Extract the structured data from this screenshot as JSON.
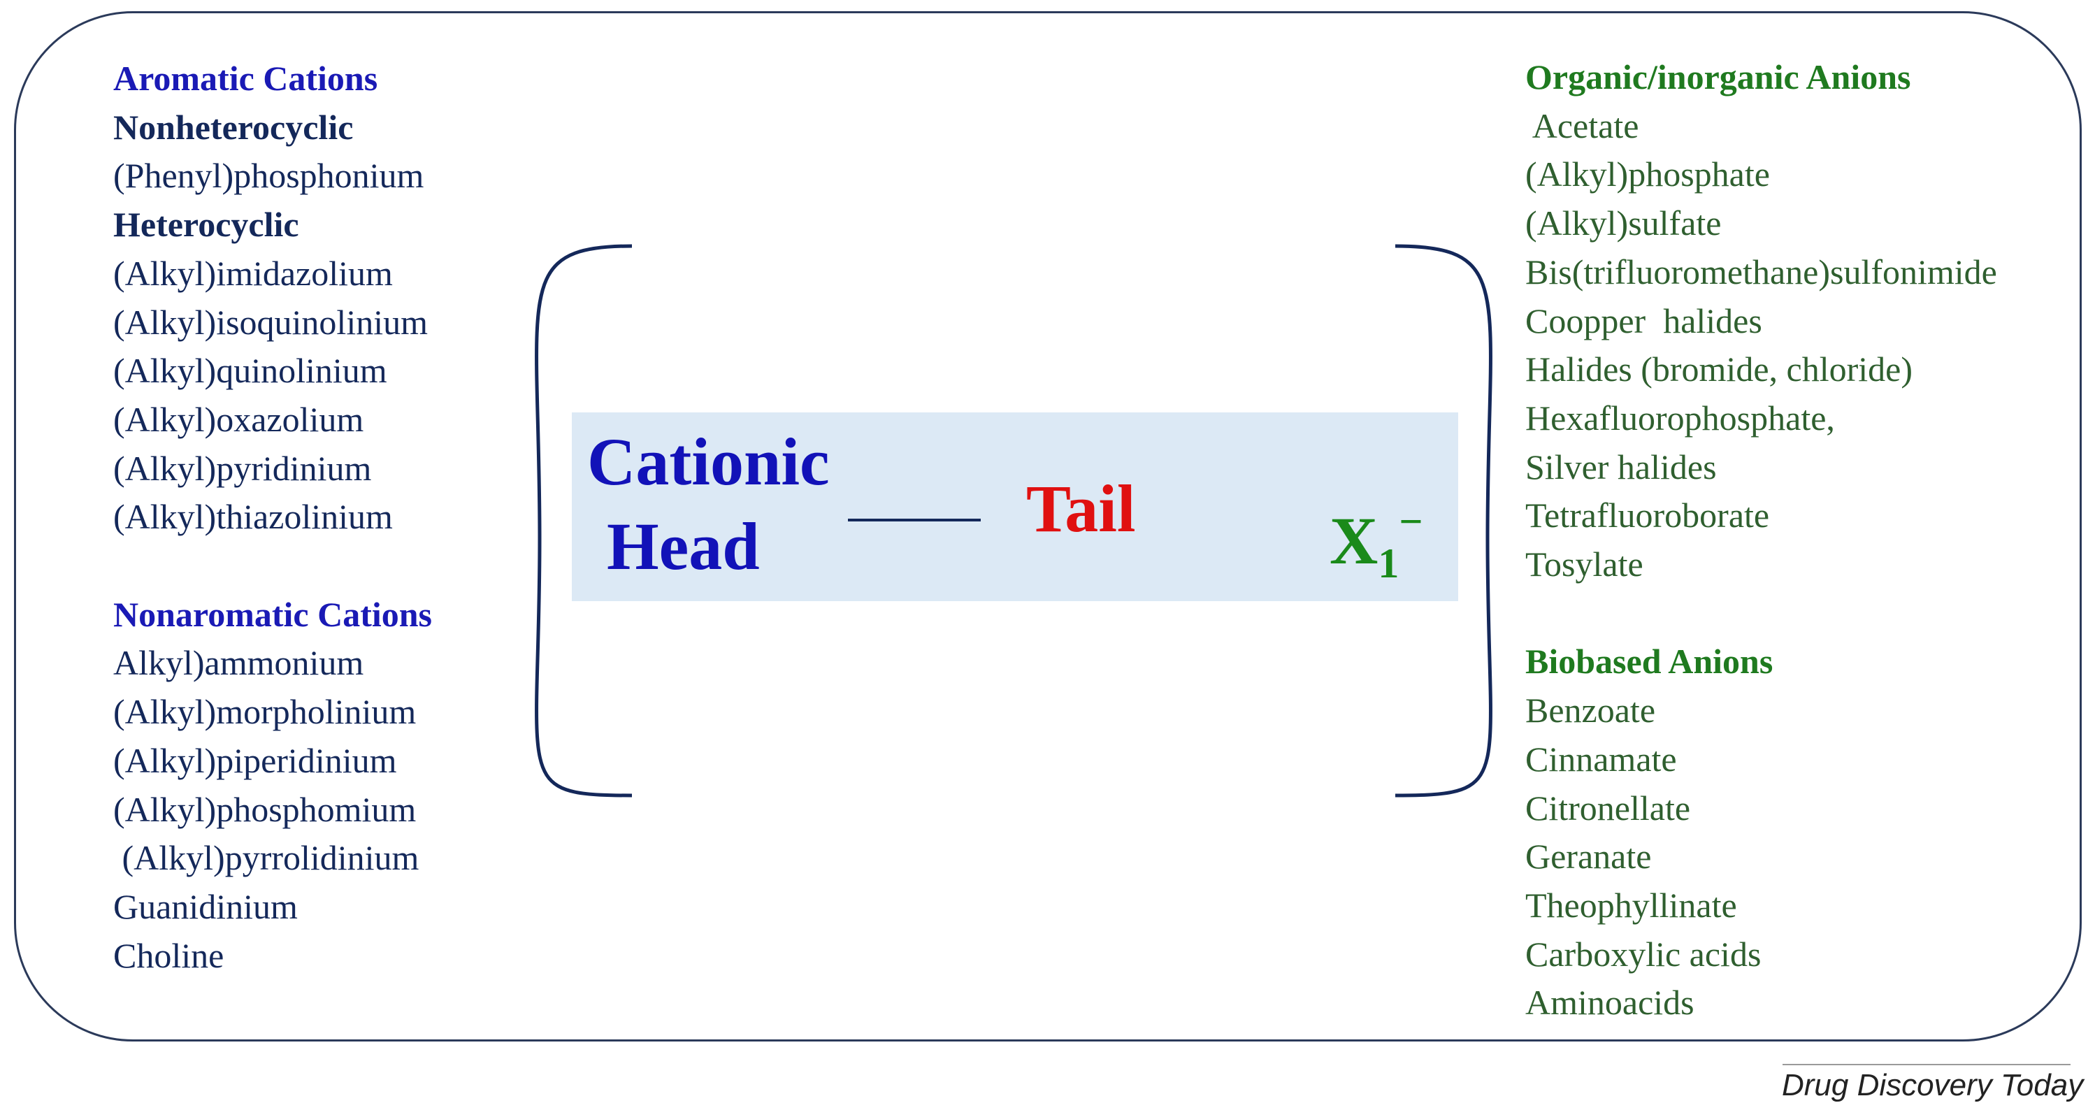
{
  "cations": {
    "aromatic_header": "Aromatic Cations",
    "nonheterocyclic_label": "Nonheterocyclic",
    "nonheterocyclic_items": [
      "(Phenyl)phosphonium"
    ],
    "heterocyclic_label": "Heterocyclic",
    "heterocyclic_items": [
      "(Alkyl)imidazolium",
      "(Alkyl)isoquinolinium",
      "(Alkyl)quinolinium",
      "(Alkyl)oxazolium",
      "(Alkyl)pyridinium",
      "(Alkyl)thiazolinium"
    ],
    "nonaromatic_header": "Nonaromatic Cations",
    "nonaromatic_items": [
      "Alkyl)ammonium",
      "(Alkyl)morpholinium",
      "(Alkyl)piperidinium",
      "(Alkyl)phosphomium",
      " (Alkyl)pyrrolidinium",
      "Guanidinium",
      "Choline"
    ]
  },
  "structure": {
    "cationic": "Cationic",
    "head": "Head",
    "tail": "Tail",
    "anion_symbol": "X",
    "anion_subscript": "1",
    "anion_charge": "−"
  },
  "anions": {
    "organic_header": "Organic/inorganic Anions",
    "organic_items": [
      " Acetate",
      "(Alkyl)phosphate",
      "(Alkyl)sulfate",
      "Bis(trifluoromethane)sulfonimide",
      "Coopper  halides",
      "Halides (bromide, chloride)",
      "Hexafluorophosphate,",
      "Silver halides",
      "Tetrafluoroborate",
      "Tosylate"
    ],
    "biobased_header": "Biobased Anions",
    "biobased_items": [
      "Benzoate",
      "Cinnamate",
      "Citronellate",
      "Geranate",
      "Theophyllinate",
      "Carboxylic acids",
      "Aminoacids"
    ]
  },
  "footer": {
    "journal": "Drug Discovery Today"
  },
  "colors": {
    "cation_header": "#1a1ab5",
    "cation_text": "#14285a",
    "anion_header": "#1f7a1f",
    "anion_text": "#2f5f2f",
    "tail": "#e01010",
    "anion_symbol": "#1a8a1a",
    "box_fill": "#dce9f5"
  }
}
